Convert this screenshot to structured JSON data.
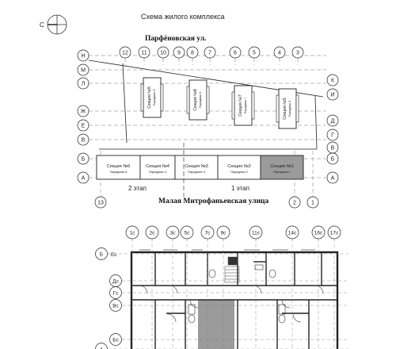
{
  "north_label": "С",
  "title": "Схема жилого комплекса",
  "street_top": "Парфёновская ул.",
  "street_bottom": "Малая Митрофаньевская улица",
  "stage_labels": [
    "2 этап",
    "1 этап"
  ],
  "top_axes_numbers": [
    "12",
    "11",
    "10",
    "9",
    "8",
    "7",
    "6",
    "5",
    "4",
    "3"
  ],
  "left_axes_letters": [
    "Н",
    "М",
    "Л",
    "Ж",
    "Е",
    "В",
    "Б",
    "А"
  ],
  "right_axes_letters": [
    "К",
    "И",
    "Д",
    "Г",
    "В",
    "Б",
    "А"
  ],
  "bottom_axes_numbers": [
    "13",
    "2",
    "1"
  ],
  "sections_row": [
    {
      "name": "Секция №6",
      "entrance": "Парадная 6"
    },
    {
      "name": "Секция №4",
      "entrance": "Парадная 4"
    },
    {
      "name": "Секция №3",
      "entrance": "Парадная 3"
    },
    {
      "name": "Секция №2",
      "entrance": "Парадная 2"
    },
    {
      "name": "Секция №1",
      "entrance": "Парадная 1"
    }
  ],
  "sections_vertical": [
    {
      "name": "Секция №9",
      "entrance": "Парадная 9"
    },
    {
      "name": "Секция №8",
      "entrance": "Парадная 8"
    },
    {
      "name": "Секция №7",
      "entrance": "Парадная 7"
    },
    {
      "name": "Секция №5",
      "entrance": "Парадная 5"
    }
  ],
  "plan_axes_top": [
    "1с",
    "2с",
    "3с",
    "5с",
    "7с",
    "9с",
    "11с",
    "14с",
    "16с",
    "17с"
  ],
  "plan_axes_left": [
    "Б",
    "Ес",
    "Дс",
    "Гс",
    "Вс",
    "Бс",
    "А"
  ],
  "highlight_color": "#9b9b9b"
}
